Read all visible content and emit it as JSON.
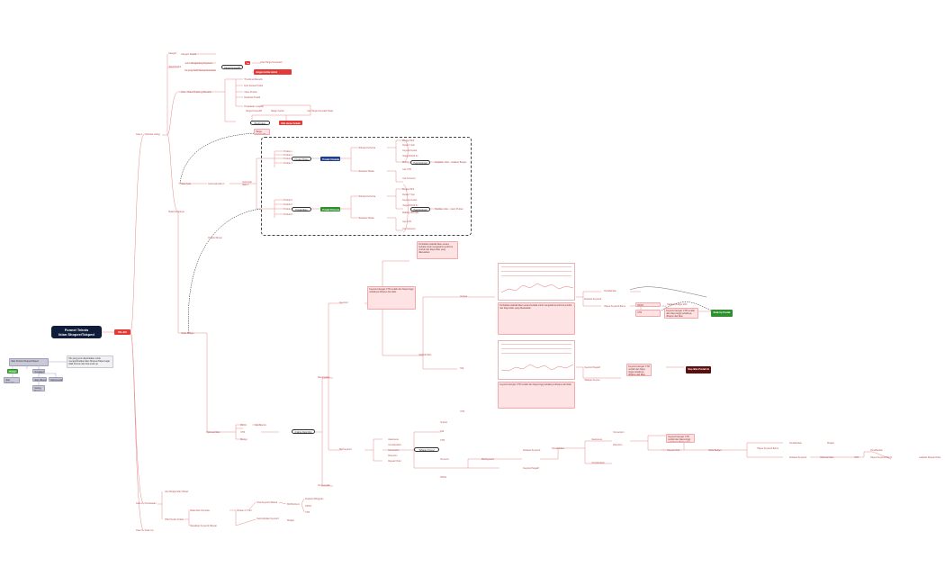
{
  "root": {
    "title": "Funnel Teknis",
    "subtitle": "Iklan Shopee/Tokped",
    "tag": "IKLAN"
  },
  "side_note": "Hal yang perlu diperhatikan untuk mengoptimalkan iklan Shopee/Tokped agar tidak boncos dan bisa scale up",
  "left_tree": {
    "top": "Iklan Produk Shopee/Tokped",
    "green": "Produk",
    "sub1": "Tentukan Budget",
    "sub2": "Iklan Otomatis",
    "sub3": "Iklan Manual",
    "sub4": "Rekomendasi Budget",
    "sub5": "Setting Budget Harian"
  },
  "level1": [
    "Fase 1 - Optimasi Listing",
    "Fase 2 - Pemanasan",
    "Fase 3 - Scale Up"
  ],
  "phase1": {
    "a": "Kategori",
    "a1": "Kategori Sesuai",
    "b": "Judul Produk",
    "b1": "Judul Mengandung Keyword",
    "b2": "Panjang Judul Sesuai Ketentuan",
    "c": "Foto / Video Produk yg Menarik",
    "c1": "Thumbnail Menarik",
    "c2": "Foto Sesuai Produk",
    "c3": "Video Produk",
    "d": "Deskripsi Produk",
    "d1": "Penjelasan Lengkap",
    "e": "Harga Kompetitif",
    "e1": "Lihat Harga Kompetitor",
    "e2": "Cek Harga Terendah Pasar",
    "red1": "Jangan terlalu mahal",
    "red2": "Jangan terlalu murah",
    "price1": "Harga Kompetitif",
    "price2": "Margin Sehat",
    "compare": "Bandingkan",
    "pick": "Pilih Harga Terbaik"
  },
  "campaign": {
    "start": "Mulai Kampanye",
    "awal": "Iklan Awal",
    "group1": "Kelompok Iklan 1",
    "group2": "Kelompok Iklan 2",
    "label_a": "Produk Pilihan",
    "label_b": "Produk Baru",
    "blue_tag": "Produk Unggulan",
    "green_tag": "Produk Potensial",
    "items_a": [
      "Produk 1",
      "Produk 2",
      "Produk 3",
      "Produk 4"
    ],
    "items_b": [
      "Produk 5",
      "Produk 6",
      "Produk 7",
      "Produk 8"
    ],
    "mid_a": "Pantau Performa",
    "mid_b": "Evaluasi Harian",
    "list": [
      "Budget 50rb",
      "Durasi 7 hari",
      "Keyword Lebar",
      "Target ROAS 3x",
      "Bidding Otomatis",
      "Cek CTR",
      "Cek Konversi"
    ],
    "result_a": "Hasil Evaluasi",
    "result_b": "Hasil Evaluasi",
    "final_a": "Lanjutkan Iklan - Naikkan Budget",
    "final_b": "Hentikan Iklan - Ganti Produk"
  },
  "lower": {
    "winner": "Produk Winner",
    "scale": "Skala Budget",
    "optimize": "Optimasi Iklan",
    "analyze": "Analisa Data Iklan",
    "check": "Cek Metrics",
    "roas": "ROAS",
    "ctr": "CTR",
    "budget": "Budget",
    "metrics": "Metrics Iklan",
    "metric_items": [
      "Impresi",
      "Klik",
      "CTR",
      "Konversi",
      "ROAS"
    ],
    "adjust": "Penyesuaian",
    "kw": "Keyword",
    "bid": "Bid Keyword",
    "neg": "Keyword Negatif",
    "evaluate": "Evaluasi Keyword",
    "keep": "Pertahankan",
    "cut": "Hapus Keyword Boros",
    "kw_note": "Keyword dengan CTR rendah dan biaya tinggi sebaiknya dihapus dari iklan",
    "stats_title": "Statistik Iklan",
    "stats_note": "Perhatikan statistik iklan secara berkala untuk mengetahui performa produk dan biaya iklan yang dikeluarkan",
    "funnel": "Tahapan Funnel",
    "top_tag": "Naikkan Budget 20%",
    "dark_tag": "Stop Iklan Produk Ini",
    "green_tag": "Scale Up Produk",
    "steps": [
      "Awareness",
      "Consideration",
      "Conversion",
      "Retention",
      "Repeat Order"
    ],
    "last": "Lakukan Repeat Order"
  },
  "phase2": {
    "a": "Atur Budget Iklan Harian",
    "b": "Pilih Produk Terlaris",
    "c": "Mulai Iklan Otomatis",
    "c1": "Pantau 3-7 hari",
    "c2": "Lihat Keyword Masuk",
    "d": "Masukkan Keyword Manual",
    "d1": "Kelompokkan Keyword",
    "e": "Bid Minimum",
    "f": "Evaluasi Mingguan"
  }
}
